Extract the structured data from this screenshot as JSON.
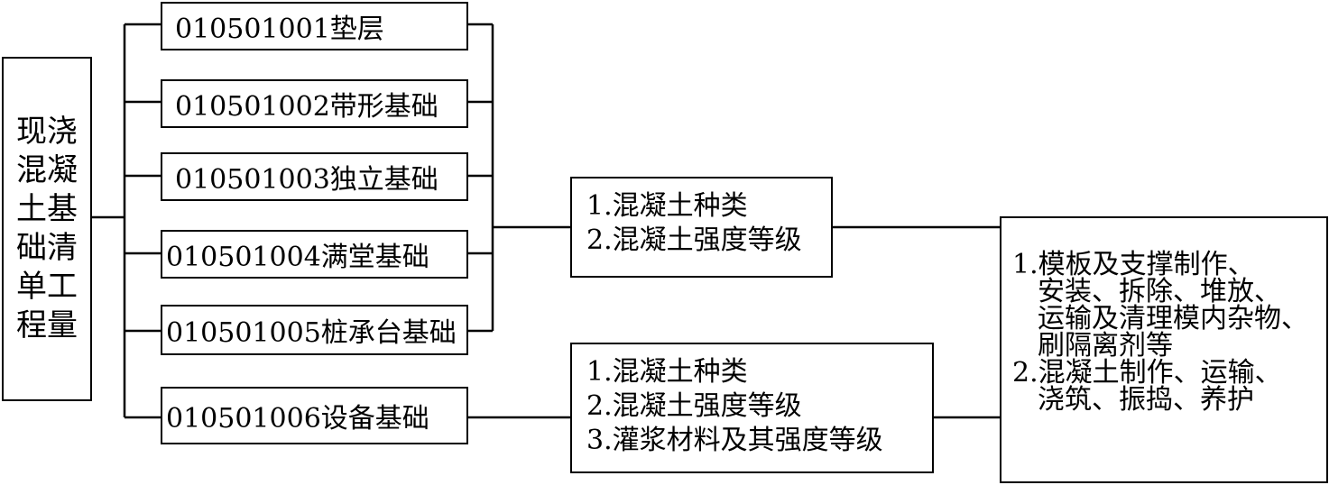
{
  "root": {
    "label": "现浇混凝土基础清单工程量"
  },
  "items": [
    "010501001垫层",
    "010501002带形基础",
    "010501003独立基础",
    "010501004满堂基础",
    "010501005桩承台基础",
    "010501006设备基础"
  ],
  "feature_group_1": {
    "lines": [
      "1.混凝土种类",
      "2.混凝土强度等级"
    ]
  },
  "feature_group_2": {
    "lines": [
      "1.混凝土种类",
      "2.混凝土强度等级",
      "3.灌浆材料及其强度等级"
    ]
  },
  "work_content": {
    "lines": [
      "1.模板及支撑制作、",
      "安装、拆除、堆放、",
      "运输及清理模内杂物、",
      "刷隔离剂等",
      "2.混凝土制作、运输、",
      "浇筑、振捣、养护"
    ]
  }
}
